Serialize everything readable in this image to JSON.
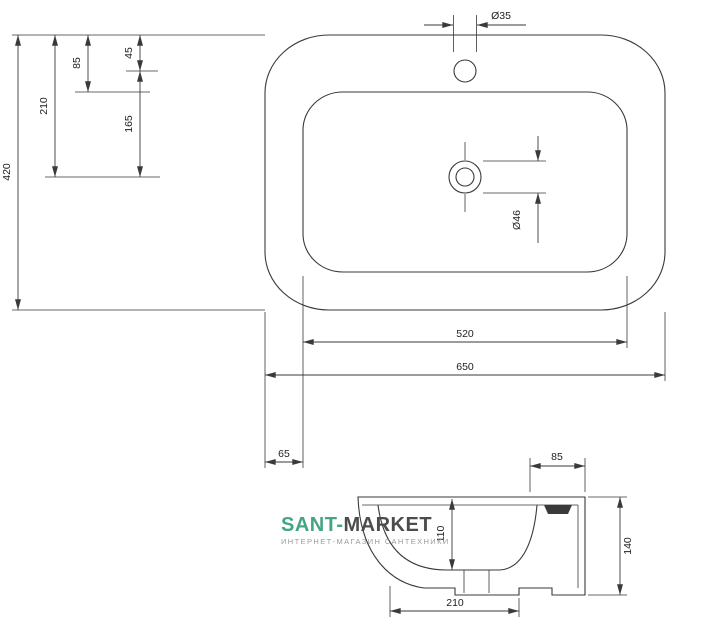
{
  "colors": {
    "line": "#3a3a3a",
    "text": "#1e1e1e",
    "brand_green": "#44a486",
    "brand_dark": "#4c4c4c",
    "subtitle_gray": "#9a9a9a"
  },
  "watermark": {
    "brand_primary": "SANT-",
    "brand_secondary": "MARKET",
    "subtitle": "ИНТЕРНЕТ-МАГАЗИН САНТЕХНИКИ"
  },
  "top_view": {
    "dim_outer_depth": "420",
    "dim_top_to_drain": "210",
    "dim_top_to_inner_rim": "85",
    "dim_top_to_faucet": "45",
    "dim_faucet_to_drain": "165",
    "dim_faucet_hole_diameter": "Ø35",
    "dim_drain_diameter": "Ø46",
    "dim_inner_width": "520",
    "dim_outer_width": "650",
    "dim_side_offset": "65"
  },
  "side_view": {
    "dim_deck_depth": "85",
    "dim_bowl_depth": "110",
    "dim_height": "140",
    "dim_base_depth": "210"
  }
}
